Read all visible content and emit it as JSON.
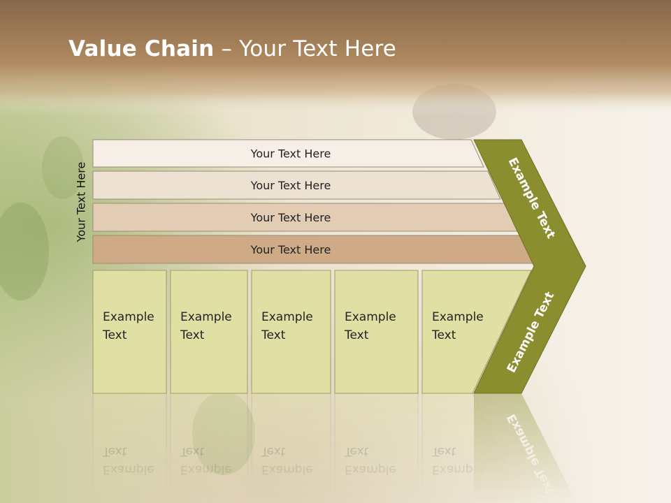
{
  "title": {
    "bold": "Value Chain",
    "rest": " – Your Text Here"
  },
  "side_label": "Your Text Here",
  "bars": [
    {
      "label": "Your Text Here",
      "fill": "#f5efe8"
    },
    {
      "label": "Your Text Here",
      "fill": "#ede1d2"
    },
    {
      "label": "Your Text Here",
      "fill": "#e2cdb4"
    },
    {
      "label": "Your Text Here",
      "fill": "#ceab86"
    }
  ],
  "columns": [
    {
      "line1": "Example",
      "line2": "Text"
    },
    {
      "line1": "Example",
      "line2": "Text"
    },
    {
      "line1": "Example",
      "line2": "Text"
    },
    {
      "line1": "Example",
      "line2": "Text"
    },
    {
      "line1": "Example",
      "line2": "Text"
    }
  ],
  "chevron": {
    "top_label": "Example Text",
    "bottom_label": "Example Text",
    "fill": "#8b8e2e"
  },
  "colors": {
    "column_fill": "#e0e0a4",
    "header_band": "#a98055"
  }
}
